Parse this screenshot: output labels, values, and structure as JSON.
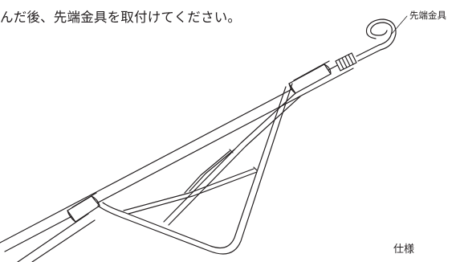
{
  "document": {
    "instruction_text": "んだ後、先端金具を取付けてください。",
    "callout_label": "先端金具",
    "spec_heading": "仕様"
  },
  "figure": {
    "stroke_color": "#231f20",
    "background_color": "#ffffff"
  }
}
